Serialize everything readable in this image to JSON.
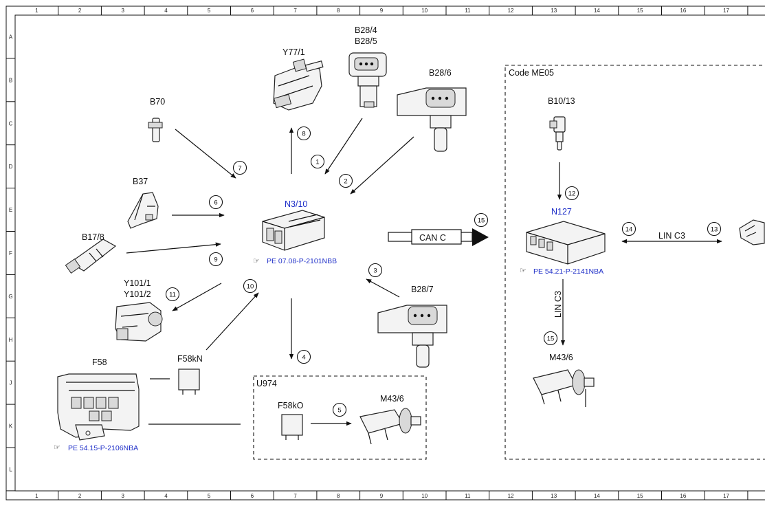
{
  "grid": {
    "columns": [
      "1",
      "2",
      "3",
      "4",
      "5",
      "6",
      "7",
      "8",
      "9",
      "10",
      "11",
      "12",
      "13",
      "14",
      "15",
      "16",
      "17"
    ],
    "rows": [
      "A",
      "B",
      "C",
      "D",
      "E",
      "F",
      "G",
      "H",
      "J",
      "K",
      "L"
    ]
  },
  "groups": {
    "me05": "Code ME05",
    "u974": "U974"
  },
  "components": {
    "y77_1": "Y77/1",
    "b28_4": "B28/4",
    "b28_5": "B28/5",
    "b28_6": "B28/6",
    "b70": "B70",
    "b37": "B37",
    "b17_8": "B17/8",
    "n3_10": "N3/10",
    "n3_10_ref": "PE 07.08-P-2101NBB",
    "y101_1": "Y101/1",
    "y101_2": "Y101/2",
    "b28_7": "B28/7",
    "f58": "F58",
    "f58_ref": "PE 54.15-P-2106NBA",
    "f58kn": "F58kN",
    "f58ko": "F58kO",
    "m43_6_a": "M43/6",
    "b10_13": "B10/13",
    "n127": "N127",
    "n127_ref": "PE 54.21-P-2141NBA",
    "m43_6_b": "M43/6"
  },
  "buses": {
    "can_c": "CAN C",
    "lin_c3_h": "LIN C3",
    "lin_c3_v": "LIN C3"
  },
  "steps": [
    "1",
    "2",
    "3",
    "4",
    "5",
    "6",
    "7",
    "8",
    "9",
    "10",
    "11",
    "12",
    "13",
    "14",
    "15",
    "15"
  ]
}
